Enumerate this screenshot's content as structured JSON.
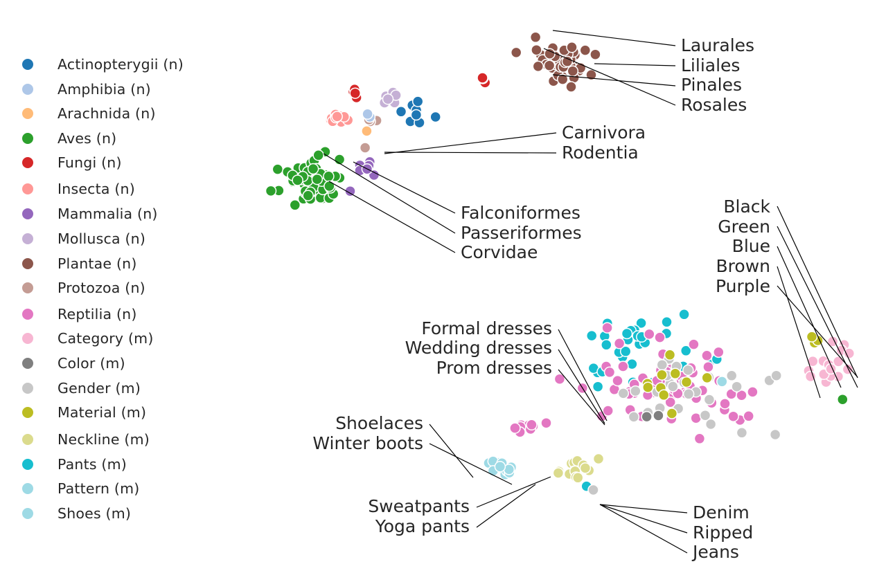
{
  "chart_data": {
    "type": "scatter",
    "title": "",
    "xlabel": "",
    "ylabel": "",
    "axes_visible": false,
    "grid": false,
    "legend_position": "left",
    "xlim": [
      0,
      100
    ],
    "ylim": [
      0,
      100
    ],
    "categories": [
      {
        "name": "Actinopterygii (n)",
        "color": "#1f77b4"
      },
      {
        "name": "Amphibia (n)",
        "color": "#aec7e8"
      },
      {
        "name": "Arachnida (n)",
        "color": "#ffbb78"
      },
      {
        "name": "Aves (n)",
        "color": "#2ca02c"
      },
      {
        "name": "Fungi (n)",
        "color": "#d62728"
      },
      {
        "name": "Insecta (n)",
        "color": "#ff9896"
      },
      {
        "name": "Mammalia (n)",
        "color": "#9467bd"
      },
      {
        "name": "Mollusca (n)",
        "color": "#c5b0d5"
      },
      {
        "name": "Plantae (n)",
        "color": "#8c564b"
      },
      {
        "name": "Protozoa (n)",
        "color": "#c49c94"
      },
      {
        "name": "Reptilia (n)",
        "color": "#e377c2"
      },
      {
        "name": "Category (m)",
        "color": "#f7b6d2"
      },
      {
        "name": "Color (m)",
        "color": "#7f7f7f"
      },
      {
        "name": "Gender (m)",
        "color": "#c7c7c7"
      },
      {
        "name": "Material (m)",
        "color": "#bcbd22"
      },
      {
        "name": "Neckline (m)",
        "color": "#dbdb8d"
      },
      {
        "name": "Pants (m)",
        "color": "#17becf"
      },
      {
        "name": "Pattern (m)",
        "color": "#9edae5"
      },
      {
        "name": "Shoes (m)",
        "color": "#9edae5"
      }
    ],
    "clusters": [
      {
        "category": "Plantae (n)",
        "center": [
          47.5,
          91.5
        ],
        "spread": [
          5.0,
          3.8
        ],
        "count": 45
      },
      {
        "category": "Fungi (n)",
        "center": [
          35.0,
          88.5
        ],
        "spread": [
          0.7,
          0.6
        ],
        "count": 3
      },
      {
        "category": "Fungi (n)",
        "center": [
          13.2,
          85.8
        ],
        "spread": [
          0.8,
          0.8
        ],
        "count": 4
      },
      {
        "category": "Mollusca (n)",
        "center": [
          18.8,
          84.8
        ],
        "spread": [
          1.6,
          1.0
        ],
        "count": 8
      },
      {
        "category": "Actinopterygii (n)",
        "center": [
          24.0,
          82.0
        ],
        "spread": [
          3.2,
          2.2
        ],
        "count": 8
      },
      {
        "category": "Insecta (n)",
        "center": [
          9.0,
          81.0
        ],
        "spread": [
          2.2,
          0.9
        ],
        "count": 10
      },
      {
        "category": "Protozoa (n)",
        "center": [
          15.5,
          80.8
        ],
        "spread": [
          1.5,
          0.4
        ],
        "count": 3
      },
      {
        "category": "Amphibia (n)",
        "center": [
          14.8,
          81.6
        ],
        "spread": [
          0.6,
          0.4
        ],
        "count": 2
      },
      {
        "category": "Arachnida (n)",
        "center": [
          14.5,
          79.2
        ],
        "spread": [
          0.3,
          0.3
        ],
        "count": 1
      },
      {
        "category": "Protozoa (n)",
        "center": [
          14.4,
          75.6
        ],
        "spread": [
          0.3,
          0.3
        ],
        "count": 1
      },
      {
        "category": "Aves (n)",
        "center": [
          5.5,
          69.8
        ],
        "spread": [
          5.0,
          3.8
        ],
        "count": 55
      },
      {
        "category": "Mammalia (n)",
        "center": [
          14.5,
          72.0
        ],
        "spread": [
          1.7,
          1.2
        ],
        "count": 9
      },
      {
        "category": "Mammalia (n)",
        "center": [
          12.0,
          67.5
        ],
        "spread": [
          0.3,
          0.3
        ],
        "count": 1
      },
      {
        "category": "Pants (m)",
        "center": [
          63.0,
          36.5
        ],
        "spread": [
          10.0,
          6.0
        ],
        "count": 32
      },
      {
        "category": "Reptilia (n)",
        "center": [
          67.0,
          31.5
        ],
        "spread": [
          14.0,
          7.5
        ],
        "count": 60
      },
      {
        "category": "Gender (m)",
        "center": [
          70.5,
          30.0
        ],
        "spread": [
          12.0,
          7.0
        ],
        "count": 28
      },
      {
        "category": "Material (m)",
        "center": [
          67.0,
          30.5
        ],
        "spread": [
          10.0,
          5.5
        ],
        "count": 10
      },
      {
        "category": "Color (m)",
        "center": [
          63.5,
          25.6
        ],
        "spread": [
          1.8,
          0.4
        ],
        "count": 2
      },
      {
        "category": "Category (m)",
        "center": [
          93.0,
          35.5
        ],
        "spread": [
          4.0,
          3.5
        ],
        "count": 16
      },
      {
        "category": "Material (m)",
        "center": [
          91.2,
          39.5
        ],
        "spread": [
          1.0,
          1.2
        ],
        "count": 5
      },
      {
        "category": "Aves (n)",
        "center": [
          95.8,
          28.8
        ],
        "spread": [
          0.3,
          0.3
        ],
        "count": 1
      },
      {
        "category": "Reptilia (n)",
        "center": [
          42.0,
          23.5
        ],
        "spread": [
          2.5,
          1.0
        ],
        "count": 9
      },
      {
        "category": "Shoes (m)",
        "center": [
          37.2,
          15.8
        ],
        "spread": [
          2.2,
          1.3
        ],
        "count": 16
      },
      {
        "category": "Neckline (m)",
        "center": [
          50.0,
          15.5
        ],
        "spread": [
          5.0,
          2.5
        ],
        "count": 14
      },
      {
        "category": "Pants (m)",
        "center": [
          52.3,
          12.6
        ],
        "spread": [
          0.3,
          0.3
        ],
        "count": 1
      },
      {
        "category": "Gender (m)",
        "center": [
          53.0,
          11.8
        ],
        "spread": [
          0.6,
          0.4
        ],
        "count": 2
      },
      {
        "category": "Pattern (m)",
        "center": [
          75.5,
          32.0
        ],
        "spread": [
          0.3,
          0.3
        ],
        "count": 1
      }
    ],
    "annotations": [
      {
        "text": "Laurales",
        "align": "left"
      },
      {
        "text": "Liliales",
        "align": "left"
      },
      {
        "text": "Pinales",
        "align": "left"
      },
      {
        "text": "Rosales",
        "align": "left"
      },
      {
        "text": "Carnivora",
        "align": "left"
      },
      {
        "text": "Rodentia",
        "align": "left"
      },
      {
        "text": "Falconiformes",
        "align": "left"
      },
      {
        "text": "Passeriformes",
        "align": "left"
      },
      {
        "text": "Corvidae",
        "align": "left"
      },
      {
        "text": "Black",
        "align": "right"
      },
      {
        "text": "Green",
        "align": "right"
      },
      {
        "text": "Blue",
        "align": "right"
      },
      {
        "text": "Brown",
        "align": "right"
      },
      {
        "text": "Purple",
        "align": "right"
      },
      {
        "text": "Formal dresses",
        "align": "right"
      },
      {
        "text": "Wedding dresses",
        "align": "right"
      },
      {
        "text": "Prom dresses",
        "align": "right"
      },
      {
        "text": "Shoelaces",
        "align": "right"
      },
      {
        "text": "Winter boots",
        "align": "right"
      },
      {
        "text": "Sweatpants",
        "align": "right"
      },
      {
        "text": "Yoga pants",
        "align": "right"
      },
      {
        "text": "Denim",
        "align": "left"
      },
      {
        "text": "Ripped",
        "align": "left"
      },
      {
        "text": "Jeans",
        "align": "left"
      }
    ]
  }
}
